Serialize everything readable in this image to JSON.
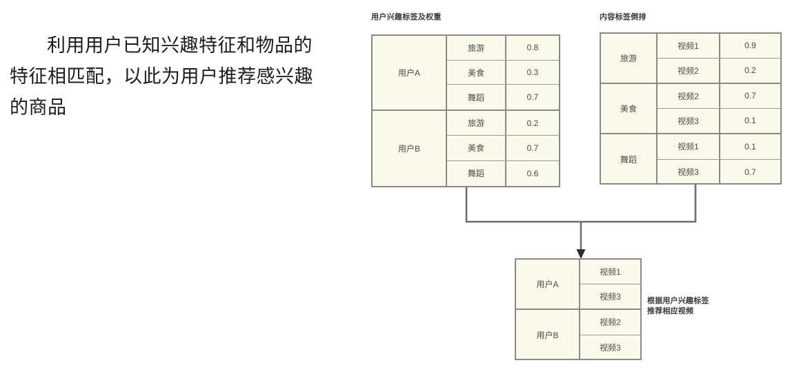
{
  "intro": {
    "text": "利用用户已知兴趣特征和物品的特征相匹配，以此为用户推荐感兴趣的商品"
  },
  "user_tags_table": {
    "title": "用户兴趣标签及权重",
    "groups": [
      {
        "label": "用户A",
        "rows": [
          {
            "tag": "旅游",
            "value": "0.8"
          },
          {
            "tag": "美食",
            "value": "0.3"
          },
          {
            "tag": "舞蹈",
            "value": "0.7"
          }
        ]
      },
      {
        "label": "用户B",
        "rows": [
          {
            "tag": "旅游",
            "value": "0.2"
          },
          {
            "tag": "美食",
            "value": "0.7"
          },
          {
            "tag": "舞蹈",
            "value": "0.6"
          }
        ]
      }
    ]
  },
  "content_index_table": {
    "title": "内容标签倒排",
    "groups": [
      {
        "label": "旅游",
        "rows": [
          {
            "tag": "视频1",
            "value": "0.9"
          },
          {
            "tag": "视频2",
            "value": "0.2"
          }
        ]
      },
      {
        "label": "美食",
        "rows": [
          {
            "tag": "视频2",
            "value": "0.7"
          },
          {
            "tag": "视频3",
            "value": "0.1"
          }
        ]
      },
      {
        "label": "舞蹈",
        "rows": [
          {
            "tag": "视频1",
            "value": "0.1"
          },
          {
            "tag": "视频3",
            "value": "0.7"
          }
        ]
      }
    ]
  },
  "recommend_table": {
    "groups": [
      {
        "label": "用户A",
        "rows": [
          {
            "tag": "",
            "value": "视频1"
          },
          {
            "tag": "",
            "value": "视频3"
          }
        ]
      },
      {
        "label": "用户B",
        "rows": [
          {
            "tag": "",
            "value": "视频2"
          },
          {
            "tag": "",
            "value": "视频3"
          }
        ]
      }
    ]
  },
  "annotation": {
    "text": "根据用户兴趣标签\n推荐相应视频"
  },
  "colors": {
    "cell_fill": "#fafaec",
    "border": "#8a8a82",
    "text": "#4a4a45",
    "connector": "#6f6f68"
  }
}
